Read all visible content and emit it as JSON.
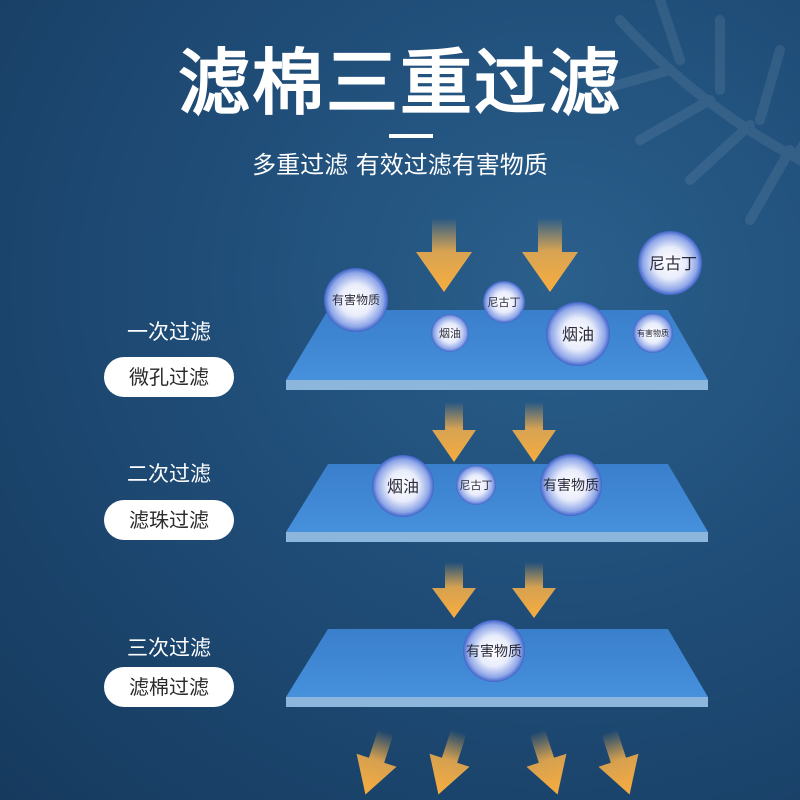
{
  "header": {
    "title": "滤棉三重过滤",
    "subtitle": "多重过滤 有效过滤有害物质"
  },
  "stages": [
    {
      "label": "一次过滤",
      "name": "微孔过滤"
    },
    {
      "label": "二次过滤",
      "name": "滤珠过滤"
    },
    {
      "label": "三次过滤",
      "name": "滤棉过滤"
    }
  ],
  "particles": {
    "harmful": "有害物质",
    "oil": "烟油",
    "nicotine": "尼古丁"
  },
  "colors": {
    "background": "#1f4d78",
    "plate_top": "#3f86d0",
    "plate_edge": "#8db6dc",
    "arrow": "#f6b04a",
    "pill_bg": "#ffffff"
  }
}
